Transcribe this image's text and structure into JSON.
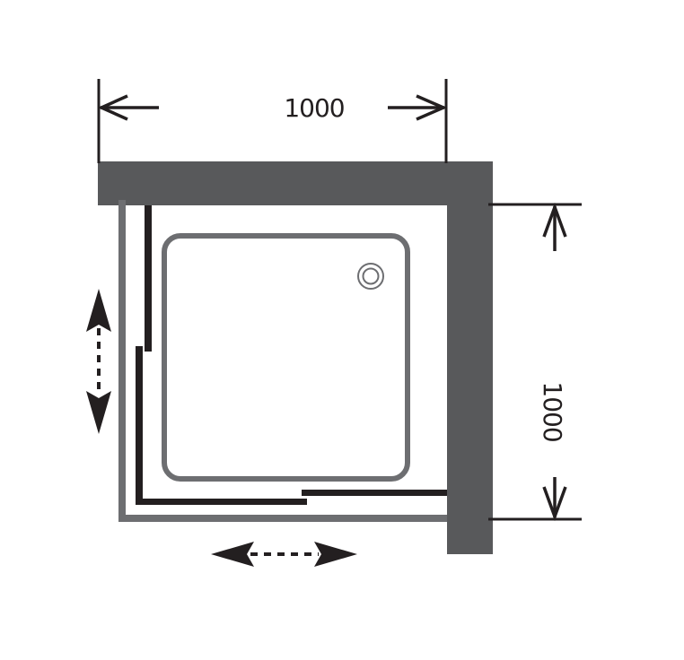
{
  "diagram": {
    "type": "shower enclosure plan view",
    "dimensions": {
      "width_label": "1000",
      "depth_label": "1000"
    },
    "colors": {
      "wall": "#58595b",
      "frame": "#6d6e71",
      "door_panel": "#231f20",
      "tray_outline": "#6d6e71",
      "dimension_line": "#231f20",
      "background": "#ffffff"
    },
    "elements": {
      "walls": [
        "top wall",
        "right wall"
      ],
      "sliding_doors": [
        "left side sliding doors",
        "front sliding doors"
      ],
      "tray": "square shower tray",
      "drain": "drain outlet",
      "motion_arrows": [
        "vertical sliding direction",
        "horizontal sliding direction"
      ]
    }
  }
}
